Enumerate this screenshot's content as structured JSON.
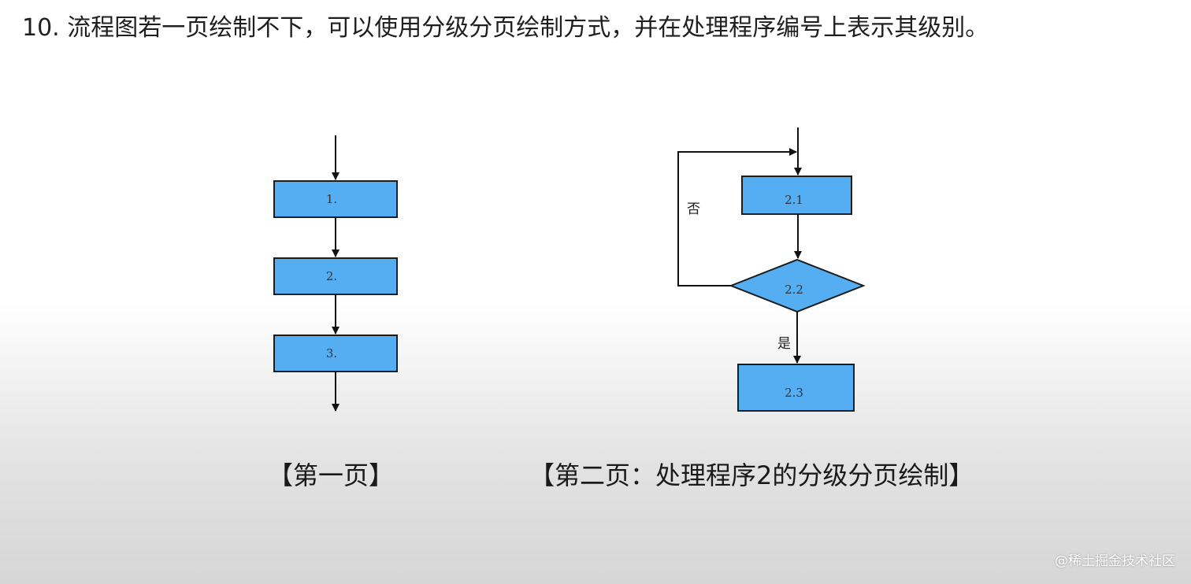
{
  "heading": "10. 流程图若一页绘制不下，可以使用分级分页绘制方式，并在处理程序编号上表示其级别。",
  "page1": {
    "caption": "【第一页】",
    "nodes": [
      "1.",
      "2.",
      "3."
    ]
  },
  "page2": {
    "caption": "【第二页：处理程序2的分级分页绘制】",
    "nodes": {
      "process_a": "2.1",
      "decision": "2.2",
      "process_b": "2.3"
    },
    "edges": {
      "no_label": "否",
      "yes_label": "是"
    }
  },
  "watermark": "@稀土掘金技术社区",
  "colors": {
    "box_fill": "#55aef1",
    "box_stroke": "#1c1c1c",
    "line": "#111111"
  }
}
